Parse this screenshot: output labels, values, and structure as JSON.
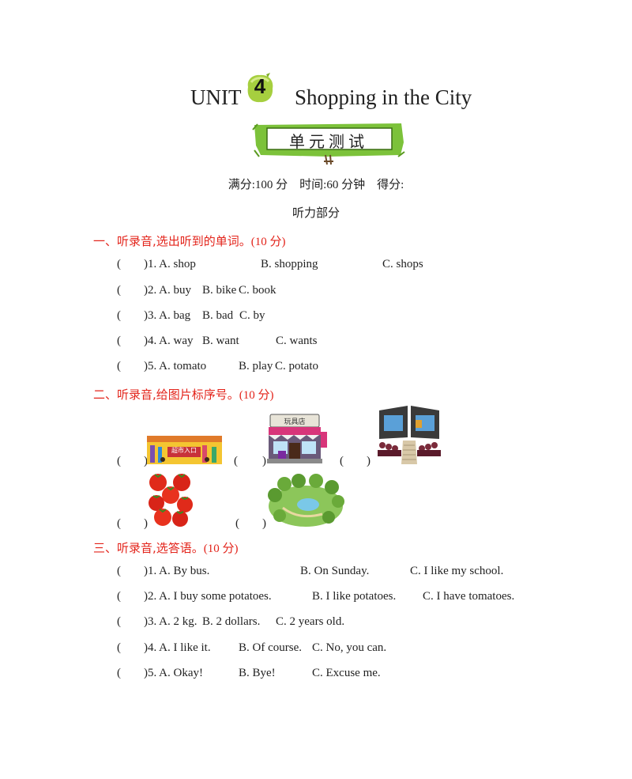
{
  "title": {
    "unit_word": "UNIT",
    "unit_number": "4",
    "unit_title": "Shopping in the City"
  },
  "banner": {
    "text": "单元测试"
  },
  "meta": {
    "line": "满分:100 分　时间:60 分钟　得分:"
  },
  "part_heading": "听力部分",
  "sections": [
    {
      "label": "一、听录音,选出听到的单词。",
      "points": "(10 分)"
    },
    {
      "label": "二、听录音,给图片标序号。",
      "points": "(10 分)"
    },
    {
      "label": "三、听录音,选答语。",
      "points": "(10 分)"
    }
  ],
  "section1_questions": [
    {
      "num": ")1. A. shop",
      "b": "B. shopping",
      "c": "C. shops"
    },
    {
      "num": ")2. A. buy",
      "b": "B. bike",
      "c": "C. book"
    },
    {
      "num": ")3. A. bag",
      "b": "B. bad",
      "c": "C. by"
    },
    {
      "num": ")4. A. way",
      "b": "B. want",
      "c": "C. wants"
    },
    {
      "num": ")5. A. tomato",
      "b": "B. play",
      "c": "C. potato"
    }
  ],
  "paren_open": "(",
  "paren_close": ")",
  "section2_pictures": [
    {
      "name": "supermarket-entrance-picture",
      "sign_text": "超市入口"
    },
    {
      "name": "toy-shop-picture",
      "sign_text": "玩具店"
    },
    {
      "name": "cinema-picture",
      "sign_text": ""
    },
    {
      "name": "tomatoes-picture",
      "sign_text": ""
    },
    {
      "name": "park-picture",
      "sign_text": ""
    }
  ],
  "section3_questions": [
    {
      "num": ")1. A. By bus.",
      "b": "B. On Sunday.",
      "c": "C. I like my school."
    },
    {
      "num": ")2. A. I buy some potatoes.",
      "b": "B. I like potatoes.",
      "c": "C. I have tomatoes."
    },
    {
      "num": ")3. A. 2 kg.",
      "b": "B. 2 dollars.",
      "c": "C. 2 years old."
    },
    {
      "num": ")4. A. I like it.",
      "b": "B. Of course.",
      "c": "C. No, you can."
    },
    {
      "num": ")5. A. Okay!",
      "b": "B. Bye!",
      "c": "C. Excuse me."
    }
  ],
  "colors": {
    "section_red": "#e3241b",
    "banner_green": "#7cc23a",
    "badge_green": "#a6cf3f"
  }
}
